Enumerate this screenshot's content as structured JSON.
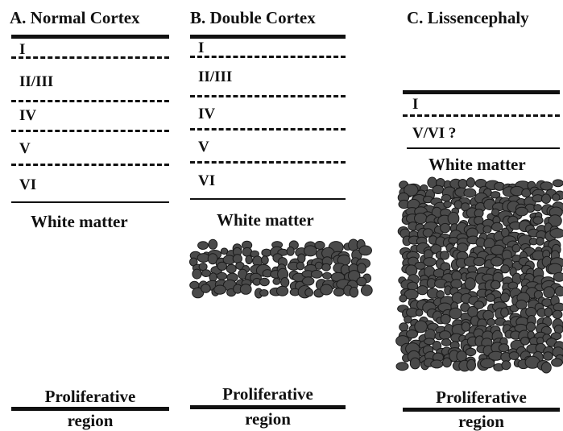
{
  "panels": [
    {
      "id": "a",
      "title": "A. Normal Cortex",
      "layers": [
        "I",
        "II/III",
        "IV",
        "V",
        "VI"
      ],
      "white_matter": "White matter",
      "proliferative": [
        "Proliferative",
        "region"
      ]
    },
    {
      "id": "b",
      "title": "B. Double Cortex",
      "layers": [
        "I",
        "II/III",
        "IV",
        "V",
        "VI"
      ],
      "white_matter": "White matter",
      "proliferative": [
        "Proliferative",
        "region"
      ]
    },
    {
      "id": "c",
      "title": "C. Lissencephaly",
      "layers": [
        "I",
        "V/VI ?"
      ],
      "white_matter": "White matter",
      "proliferative": [
        "Proliferative",
        "region"
      ]
    }
  ],
  "cell_color": "#4a4a4a"
}
